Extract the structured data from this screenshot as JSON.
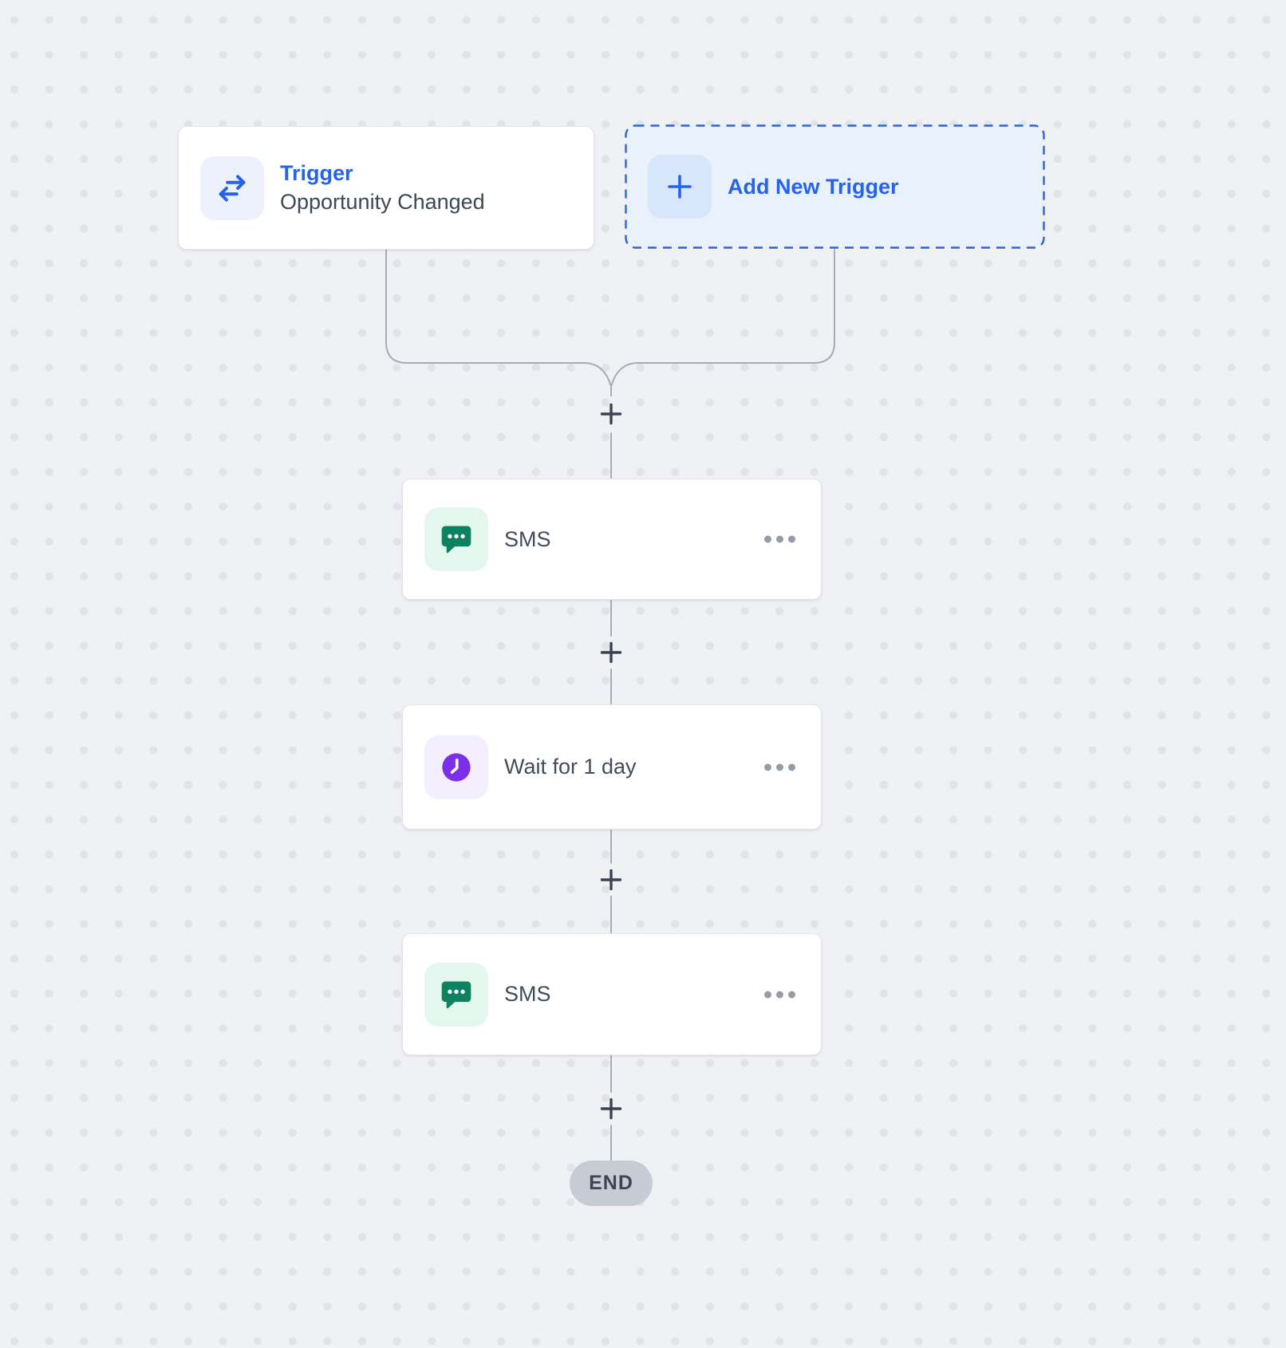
{
  "workflow": {
    "trigger_node": {
      "title": "Trigger",
      "subtitle": "Opportunity Changed"
    },
    "add_trigger_button": {
      "label": "Add New Trigger"
    },
    "steps": [
      {
        "type": "sms",
        "label": "SMS"
      },
      {
        "type": "wait",
        "label": "Wait for 1 day"
      },
      {
        "type": "sms",
        "label": "SMS"
      }
    ],
    "end_badge": {
      "label": "END"
    }
  },
  "icons": {
    "trigger": "swap-arrows-icon",
    "add_trigger": "plus-icon",
    "sms": "chat-bubble-icon",
    "wait": "clock-icon",
    "step_menu": "ellipsis-icon",
    "add_step": "plus-icon"
  },
  "colors": {
    "canvas_bg": "#F0F1F4",
    "dot_grid": "#E1E3E8",
    "accent_blue": "#2563EB",
    "dashed_border_blue": "#3064CE",
    "add_card_bg": "#E9F1FC",
    "sms_green": "#0E8160",
    "sms_tile_mint": "#E3F7EF",
    "wait_purple": "#7B2FE8",
    "wait_tile_lavender": "#F4EFFE",
    "connector_gray": "#A6ABB5",
    "plus_dark": "#3B4353",
    "end_badge_bg": "#C7CBD3",
    "card_text": "#434C5B"
  }
}
